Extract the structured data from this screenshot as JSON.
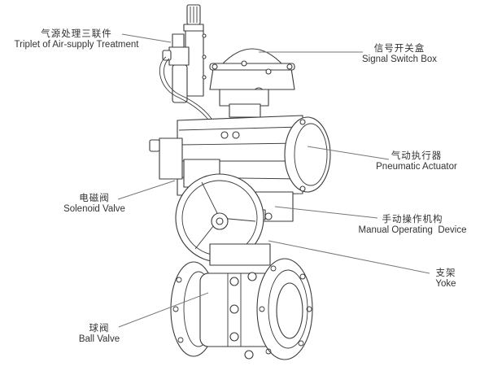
{
  "diagram": {
    "title": "Pneumatic V-type/Ball Valve Assembly",
    "labels": [
      {
        "id": "triplet",
        "cn": "气源处理三联件",
        "en": "Triplet of Air-supply Treatment"
      },
      {
        "id": "signal-box",
        "cn": "信号开关盒",
        "en": "Signal Switch Box"
      },
      {
        "id": "actuator",
        "cn": "气动执行器",
        "en": "Pneumatic Actuator"
      },
      {
        "id": "solenoid",
        "cn": "电磁阀",
        "en": "Solenoid Valve"
      },
      {
        "id": "manual",
        "cn": "手动操作机构",
        "en": "Manual Operating  Device"
      },
      {
        "id": "yoke",
        "cn": "支架",
        "en": "Yoke"
      },
      {
        "id": "ball-valve",
        "cn": "球阀",
        "en": "Ball Valve"
      }
    ]
  }
}
